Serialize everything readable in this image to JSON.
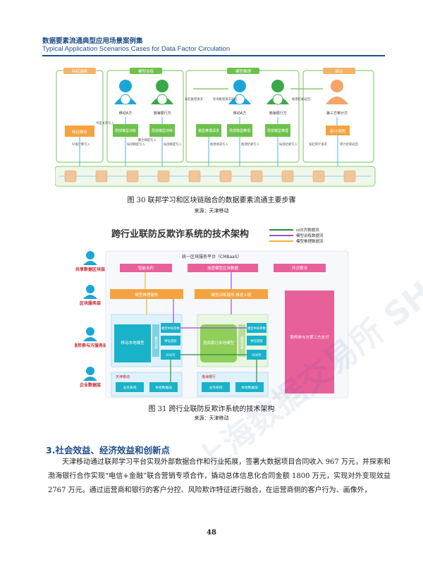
{
  "header": {
    "title_cn": "数据要素流通典型应用场景案例集",
    "title_en": "Typical Application Scenarios Cases for  Data Factor Circulation"
  },
  "figure30": {
    "groups": [
      "特征选择",
      "模型训练",
      "模型推理",
      "审计"
    ],
    "node_labels": {
      "A1": "移动A方",
      "B1": "渤海银行方",
      "A2": "移动A方",
      "B2": "渤海银行方",
      "C": "第三方审计方"
    },
    "boxes": {
      "feature_fuse": "特征融合",
      "local_train_a": "局部模型训练",
      "local_train_b": "局部模型训练",
      "model_infer_req": "模型推理请求",
      "local_infer_a": "局部模型推理",
      "local_infer_b": "局部模型推理",
      "audit": "审计流程"
    },
    "annotations": {
      "iv_calc": "IV值计算写入",
      "semi_ratio": "半度关系写入",
      "acc_write_a": "局部精度写入",
      "fuse_write": "聚合梯度写入",
      "acc_write_b": "局部精度写入",
      "infer_req": "发起推理请求",
      "infer_req_write": "推理请求写入",
      "rec_write": "推理结果写入",
      "ret_inv": "轮询推理请求返回",
      "local_rec_write": "局部结果写入",
      "infer_return": "推理结果返回",
      "audit_req": "发起审计请求",
      "audit_result": "审计结果返回"
    },
    "caption": "图 30  联邦学习和区块链融合的数据要素流通主要步骤",
    "source": "来源：天津移动"
  },
  "figure31": {
    "title": "跨行业联防反欺诈系统的技术架构",
    "legend": [
      "id对齐数据流",
      "模型训练数据流",
      "模型推理数据流"
    ],
    "layers": [
      "共享数据区块层",
      "区块服务层",
      "联邦参与方服务层",
      "企业数据层"
    ],
    "platform": "统一区块服务平台（CMBaaS）",
    "top_boxes": [
      "智能合约",
      "加密模型区块数据",
      "共识算法"
    ],
    "service_boxes": [
      "模型推理服务",
      "模型训练服务  推送上链"
    ],
    "mobile_model": "移动本地模型",
    "bank_model": "渤海银行本地模型",
    "mobile_side": [
      "模型中间参数",
      "特征提取",
      "ID对齐"
    ],
    "bank_side": [
      "模型中间参数",
      "特征提取",
      "ID对齐"
    ],
    "train_label": "模型训练",
    "enterprise_a": "天津移动",
    "enterprise_b": "渤海银行",
    "biz": [
      "业务系统",
      "本地数据层",
      "业务系统",
      "本地数据层"
    ],
    "third_party": "联邦参与方第三方支付",
    "caption": "图 31  跨行业联防反欺诈系统的技术架构",
    "source": "来源：天津移动"
  },
  "watermark": "上海数据交易所 SHANGHAI DATA EXCHANGE",
  "section": {
    "title": "3.社会效益、经济效益和创新点",
    "paragraph": "天津移动通过联邦学习平台实现外部数据合作和行业拓展，签署大数据项目合同收入 967 万元，并探索和渤海银行合作实现“电信+金融”联合营销专项合作，撬动总体信息化合同金额 1800 万元，实现对外变现效益 2767  万元。通过运营商和银行的客户分控、风险欺诈特征进行融合，在运营商侧的客户行为、画像外，"
  },
  "page_number": "48",
  "colors": {
    "brand": "#1f4e8c",
    "green": "#6cc24a",
    "orange": "#f4a340",
    "pink": "#e8609a",
    "cyan": "#1ab2c8",
    "purple": "#9b4fd0"
  }
}
